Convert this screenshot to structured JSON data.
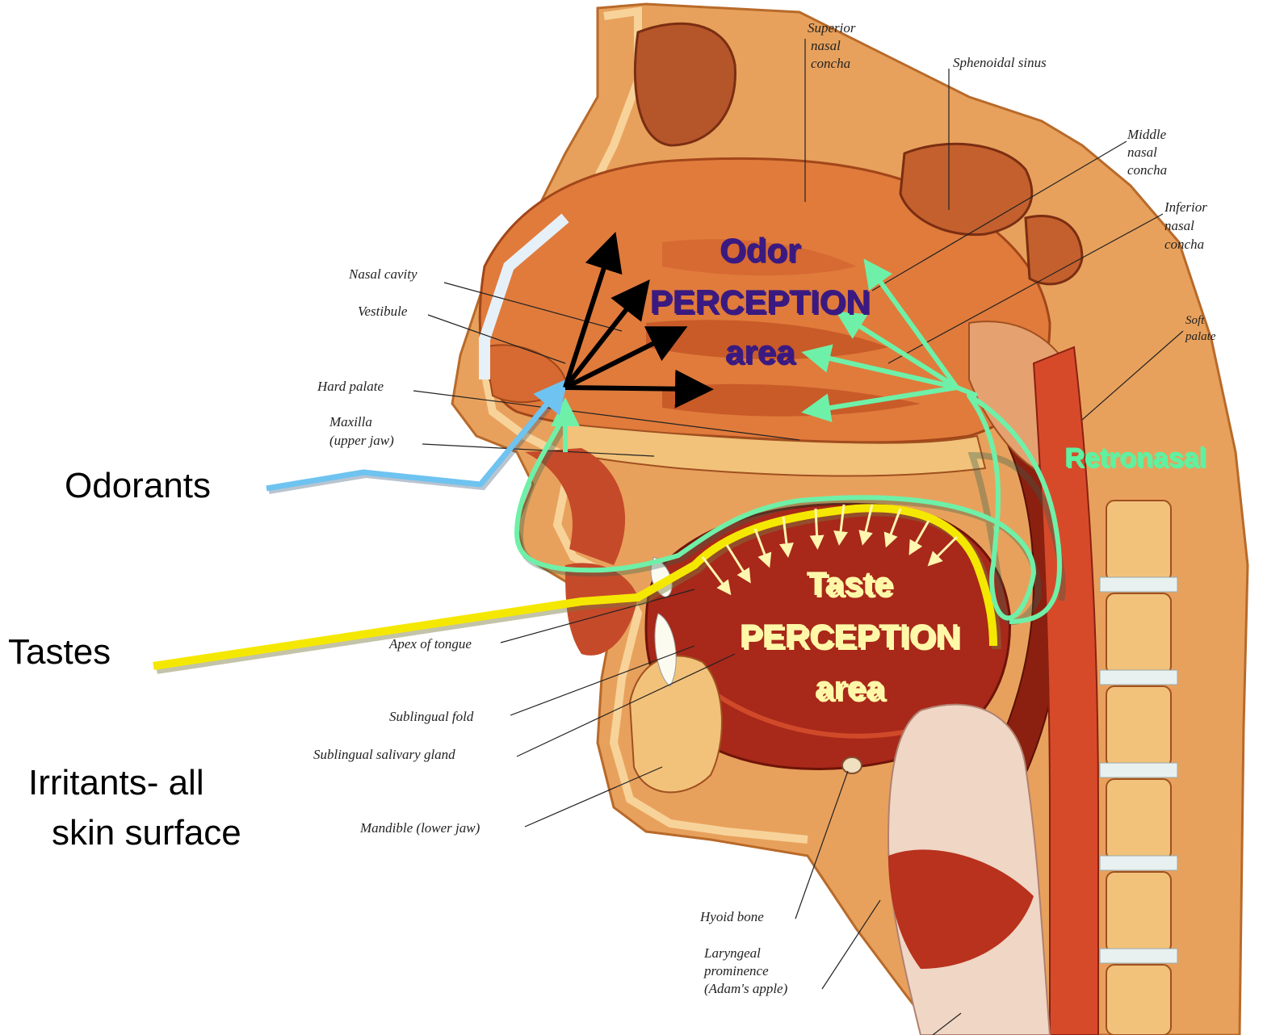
{
  "side_labels": {
    "odorants": "Odorants",
    "tastes": "Tastes",
    "irritants_line1": "Irritants- all",
    "irritants_line2": "skin surface"
  },
  "region_labels": {
    "odor_line1": "Odor",
    "odor_line2": "PERCEPTION",
    "odor_line3": "area",
    "taste_line1": "Taste",
    "taste_line2": "PERCEPTION",
    "taste_line3": "area",
    "retronasal": "Retronasal"
  },
  "anatomy_labels": {
    "superior_1": "Superior",
    "superior_2": "nasal",
    "superior_3": "concha",
    "sphenoidal": "Sphenoidal sinus",
    "middle_1": "Middle",
    "middle_2": "nasal",
    "middle_3": "concha",
    "inferior_1": "Inferior",
    "inferior_2": "nasal",
    "inferior_3": "concha",
    "soft_1": "Soft",
    "soft_2": "palate",
    "nasal_cavity": "Nasal cavity",
    "vestibule": "Vestibule",
    "hard_palate": "Hard palate",
    "maxilla_1": "Maxilla",
    "maxilla_2": "(upper jaw)",
    "apex": "Apex of tongue",
    "sublingual_fold": "Sublingual fold",
    "sublingual_gland": "Sublingual salivary gland",
    "mandible": "Mandible (lower jaw)",
    "hyoid": "Hyoid bone",
    "laryngeal_1": "Laryngeal",
    "laryngeal_2": "prominence",
    "laryngeal_3": "(Adam's apple)"
  },
  "colors": {
    "odorant_path": "#6ec3f0",
    "taste_path": "#f5e800",
    "retronasal_path": "#6ff0a8",
    "orthonasal_arrows": "#000000",
    "odor_text": "#3a1a80",
    "taste_text": "#fff8a8"
  }
}
